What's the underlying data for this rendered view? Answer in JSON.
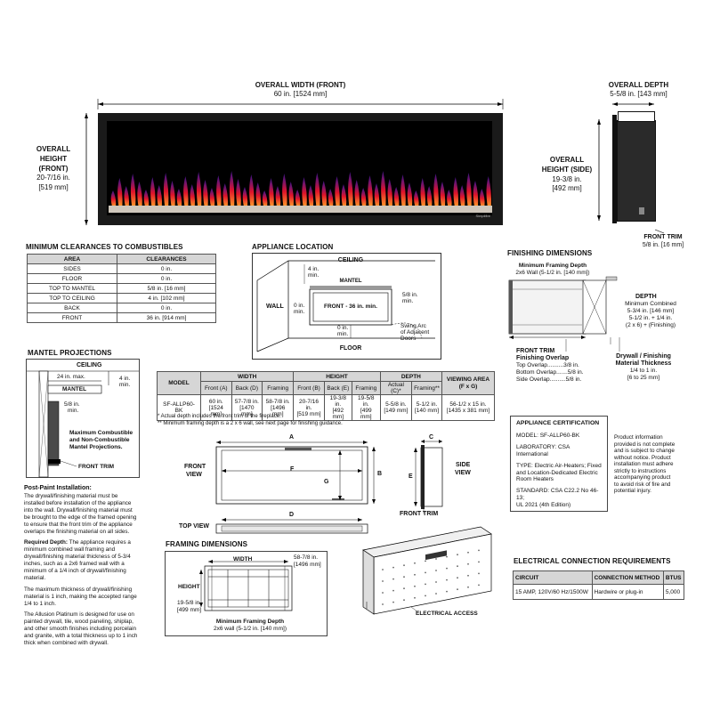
{
  "top": {
    "overall_width": {
      "title": "OVERALL WIDTH (FRONT)",
      "value": "60 in. [1524 mm]"
    },
    "overall_height_front": {
      "l1": "OVERALL",
      "l2": "HEIGHT",
      "l3": "(FRONT)",
      "l4": "20-7/16 in.",
      "l5": "[519 mm]"
    },
    "overall_depth": {
      "title": "OVERALL DEPTH",
      "value": "5-5/8 in. [143 mm]"
    },
    "overall_height_side": {
      "l1": "OVERALL",
      "l2": "HEIGHT (SIDE)",
      "l3": "19-3/8 in.",
      "l4": "[492 mm]"
    },
    "front_trim": {
      "title": "FRONT TRIM",
      "value": "5/8 in. [16 mm]"
    },
    "logo": "Simplifire"
  },
  "clearances": {
    "title": "MINIMUM CLEARANCES TO COMBUSTIBLES",
    "headers": [
      "AREA",
      "CLEARANCES"
    ],
    "rows": [
      [
        "SIDES",
        "0 in."
      ],
      [
        "FLOOR",
        "0 in."
      ],
      [
        "TOP TO MANTEL",
        "5/8 in. [16 mm]"
      ],
      [
        "TOP TO CEILING",
        "4 in. [102 mm]"
      ],
      [
        "BACK",
        "0 in."
      ],
      [
        "FRONT",
        "36 in. [914 mm]"
      ]
    ]
  },
  "location": {
    "title": "APPLIANCE LOCATION",
    "ceiling": "CEILING",
    "four_in": "4 in.",
    "min": "min.",
    "mantel": "MANTEL",
    "five_eighths": "5/8 in.",
    "wall": "WALL",
    "zero_in": "0 in.",
    "front36": "FRONT - 36 in. min.",
    "swing1": "Swing Arc",
    "swing2": "of Adjacent",
    "swing3": "Doors",
    "floor": "FLOOR"
  },
  "finishing": {
    "title": "FINISHING DIMENSIONS",
    "min_framing": "Minimum Framing Depth",
    "min_framing_val": "2x6 Wall (5-1/2 in. [140 mm])",
    "depth": "DEPTH",
    "depth_l1": "Minimum Combined",
    "depth_l2": "5-3/4 in. [146 mm]",
    "depth_l3": "5-1/2 in. + 1/4 in.",
    "depth_l4": "(2 x 6) + (Finishing)",
    "front_trim": "FRONT TRIM",
    "finishing_overlap": "Finishing Overlap",
    "top_overlap": "Top Overlap..........3/8 in.",
    "bottom_overlap": "Bottom Overlap.......5/8 in.",
    "side_overlap": "Side Overlap..........5/8 in.",
    "drywall_t1": "Drywall / Finishing",
    "drywall_t2": "Material Thickness",
    "drywall_v1": "1/4 to 1 in.",
    "drywall_v2": "[6 to 25 mm]"
  },
  "mantel": {
    "title": "MANTEL PROJECTIONS",
    "ceiling": "CEILING",
    "max": "24 in. max.",
    "four_in": "4 in.",
    "min": "min.",
    "mantel": "MANTEL",
    "five_eighths": "5/8 in.",
    "min2": "min.",
    "note1": "Maximum Combustible",
    "note2": "and Non-Combustible",
    "note3": "Mantel Projections.",
    "front_trim": "FRONT TRIM"
  },
  "spec_table": {
    "model": "MODEL",
    "width": "WIDTH",
    "height": "HEIGHT",
    "depth": "DEPTH",
    "viewing1": "VIEWING AREA",
    "viewing2": "(F x G)",
    "sub": [
      "Front (A)",
      "Back (D)",
      "Framing",
      "Front (B)",
      "Back (E)",
      "Framing",
      "Actual (C)*",
      "Framing**"
    ],
    "model_val": "SF-ALLP60-BK",
    "vals": [
      [
        "60 in.",
        "[1524 mm]"
      ],
      [
        "57-7/8 in.",
        "[1470 mm]"
      ],
      [
        "58-7/8 in.",
        "[1496 mm]"
      ],
      [
        "20-7/16 in.",
        "[519 mm]"
      ],
      [
        "19-3/8 in.",
        "[492 mm]"
      ],
      [
        "19-5/8 in.",
        "[499 mm]"
      ],
      [
        "5-5/8 in.",
        "[149 mm]"
      ],
      [
        "5-1/2 in.",
        "[140 mm]"
      ],
      [
        "56-1/2 x 15 in.",
        "[1435 x 381 mm]"
      ]
    ],
    "note1": "*  Actual depth includes the front trim of the fireplace.",
    "note2": "** Minimum framing depth is a 2 x 6 wall, see next page for finishing guidance."
  },
  "views": {
    "front_view": "FRONT",
    "front_view2": "VIEW",
    "top_view": "TOP VIEW",
    "side_view": "SIDE",
    "side_view2": "VIEW",
    "front_trim": "FRONT TRIM",
    "a": "A",
    "b": "B",
    "c": "C",
    "d": "D",
    "e": "E",
    "f": "F",
    "g": "G"
  },
  "post_paint": {
    "title": "Post-Paint Installation:",
    "p1": "The drywall/finishing material must be installed before installation of the appliance into the wall. Drywall/finishing material must be brought to the edge of the framed opening to ensure that the front trim of the appliance overlaps the finishing material on all sides.",
    "p2_title": "Required Depth:",
    "p2": " The appliance requires a minimum combined wall framing and drywall/finishing material thickness of 5-3/4 inches, such as a 2x6 framed wall with a minimum of a 1/4 inch of drywall/finishing material.",
    "p3": "The maximum thickness of drywall/finishing material is 1 inch, making the accepted range 1/4 to 1 inch.",
    "p4": "The Allusion Platinum is designed for use on painted drywall, tile, wood paneling, shiplap, and other smooth finishes including porcelain and granite, with a total thickness up to 1 inch thick when combined with drywall."
  },
  "framing": {
    "title": "FRAMING DIMENSIONS",
    "width": "WIDTH",
    "width_val1": "58-7/8 in.",
    "width_val2": "[1496 mm]",
    "height": "HEIGHT",
    "height_val1": "19-5/8 in.",
    "height_val2": "[499 mm]",
    "min_depth": "Minimum Framing Depth",
    "min_depth_val": "2x6 wall (5-1/2 in. [140 mm])"
  },
  "electrical_access": "ELECTRICAL  ACCESS",
  "certification": {
    "title": "APPLIANCE CERTIFICATION",
    "model": "MODEL: SF-ALLP60-BK",
    "lab": "LABORATORY: CSA International",
    "type1": "TYPE: Electric Air-Heaters; Fixed",
    "type2": "and Location-Dedicated Electric",
    "type3": "Room Heaters",
    "std1": "STANDARD: CSA C22.2 No 46-13;",
    "std2": "UL 2021 (4th Edition)"
  },
  "disclaimer": [
    "Product information",
    "provided is not complete",
    "and is subject to change",
    "without notice. Product",
    "installation must adhere",
    "strictly to instructions",
    "accompanying product",
    "to avoid risk of fire and",
    "potential injury."
  ],
  "electrical": {
    "title": "ELECTRICAL CONNECTION REQUIREMENTS",
    "headers": [
      "CIRCUIT",
      "CONNECTION METHOD",
      "BTUS"
    ],
    "row": [
      "15 AMP, 120V/60 Hz/1500W",
      "Hardwire or plug-in",
      "5,000"
    ]
  },
  "colors": {
    "flame_red": "#c0142a",
    "flame_orange": "#ff7a1a",
    "flame_purple": "#7a2bd6",
    "table_head": "#d6d6d6"
  }
}
